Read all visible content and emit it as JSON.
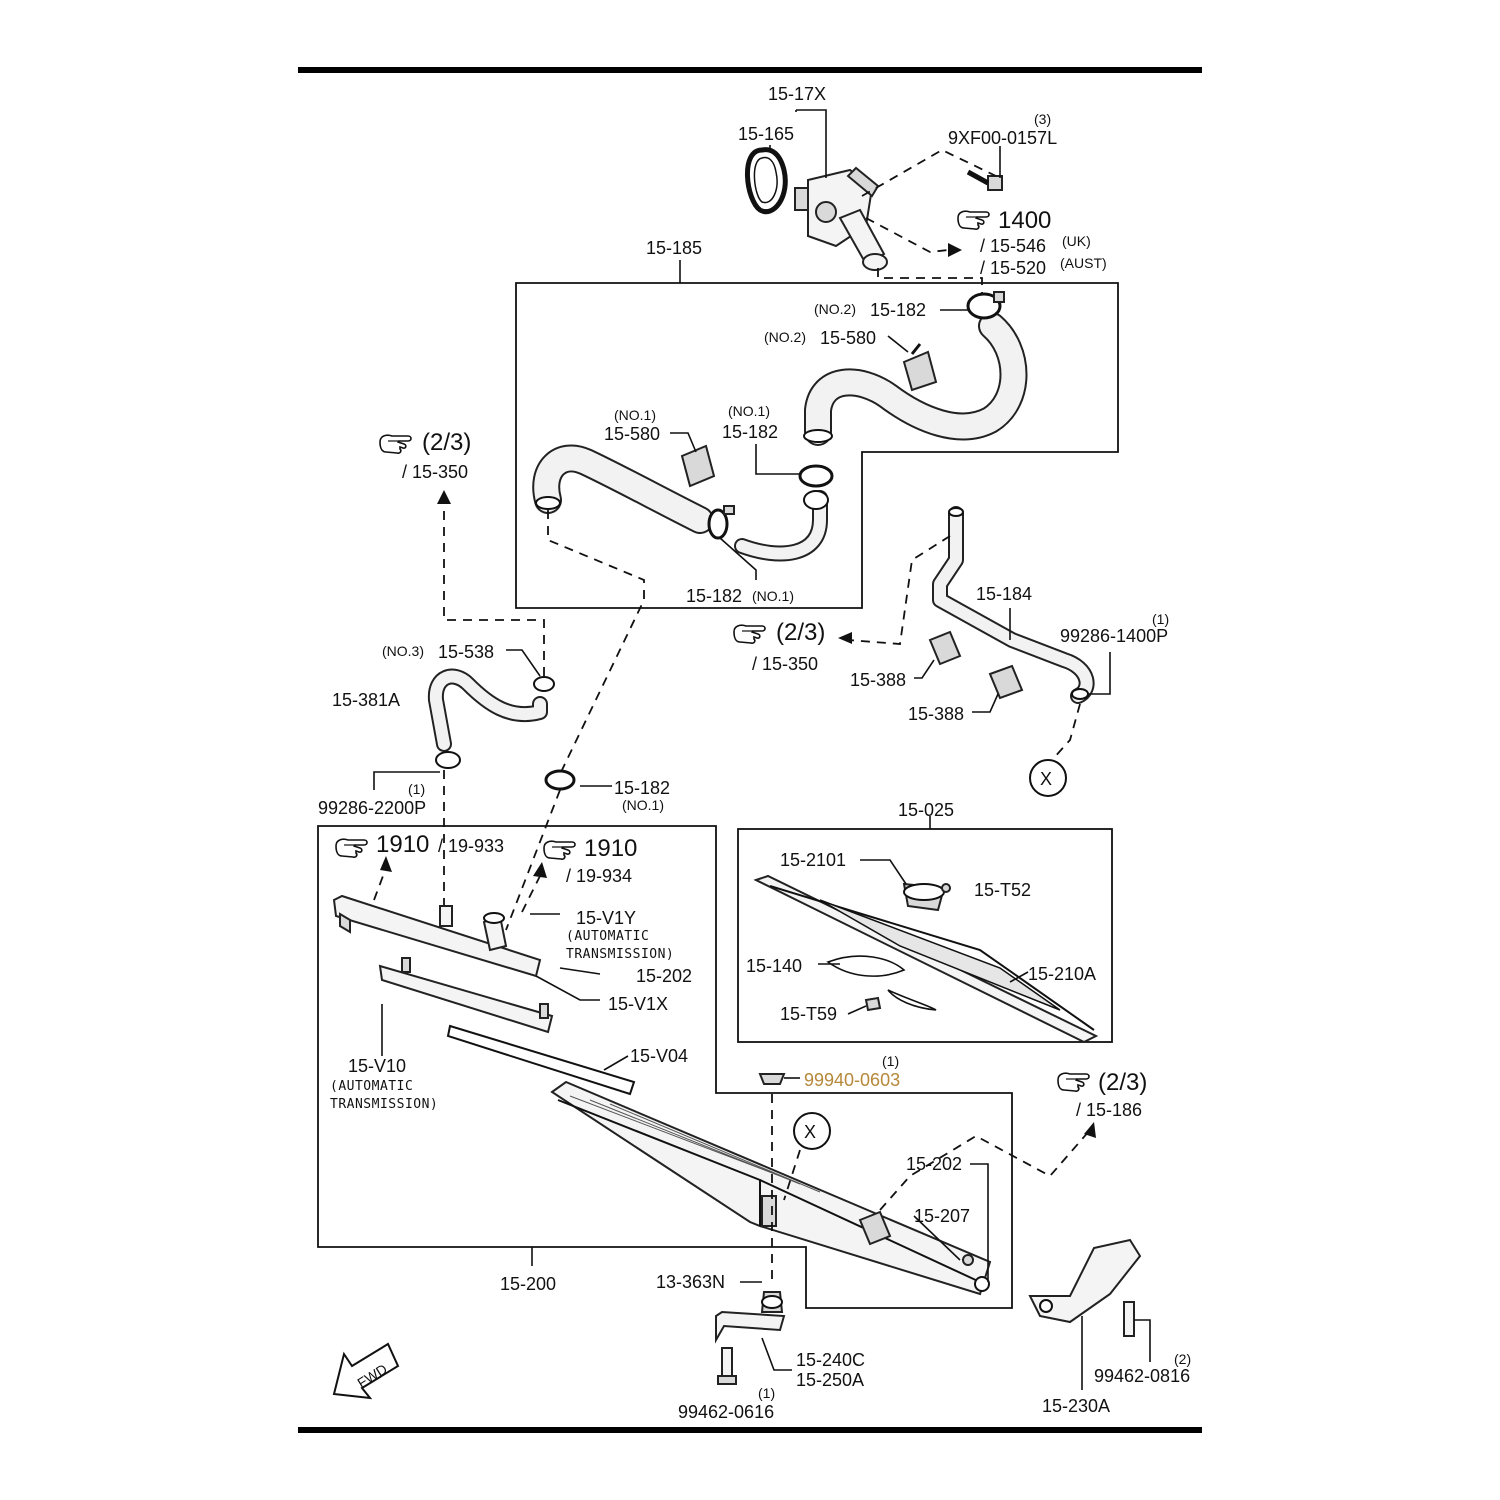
{
  "labels": {
    "p_15_17x": "15-17X",
    "p_15_165": "15-165",
    "q3_a": "(3)",
    "p_9xf00": "9XF00-0157L",
    "ref_1400": "1400",
    "ref_15_546": "/ 15-546",
    "uk": "(UK)",
    "ref_15_520": "/ 15-520",
    "aust": "(AUST)",
    "p_15_185": "15-185",
    "no2_a": "(NO.2)",
    "p_15_182_a": "15-182",
    "no2_b": "(NO.2)",
    "p_15_580_a": "15-580",
    "no1_a": "(NO.1)",
    "p_15_580_b": "15-580",
    "no1_b": "(NO.1)",
    "p_15_182_b": "15-182",
    "p_15_182_c": "15-182",
    "no1_c": "(NO.1)",
    "ref_23_a": "(2/3)",
    "ref_15_350_a": "/ 15-350",
    "p_15_184": "15-184",
    "q1_a": "(1)",
    "p_99286_1400p": "99286-1400P",
    "ref_23_b": "(2/3)",
    "ref_15_350_b": "/ 15-350",
    "p_15_388_a": "15-388",
    "p_15_388_b": "15-388",
    "no3": "(NO.3)",
    "p_15_538": "15-538",
    "p_15_381a": "15-381A",
    "q1_b": "(1)",
    "p_99286_2200p": "99286-2200P",
    "p_15_182_d": "15-182",
    "no1_d": "(NO.1)",
    "x_a": "X",
    "p_15_025": "15-025",
    "ref_1910_a": "1910",
    "ref_19_933": "/ 19-933",
    "ref_1910_b": "1910",
    "ref_19_934": "/ 19-934",
    "p_15_v1y": "15-V1Y",
    "auto_a": "(AUTOMATIC",
    "trans_a": "TRANSMISSION)",
    "p_15_202_a": "15-202",
    "p_15_v1x": "15-V1X",
    "p_15_2101": "15-2101",
    "p_15_t52": "15-T52",
    "p_15_140": "15-140",
    "p_15_210a": "15-210A",
    "p_15_t59": "15-T59",
    "p_15_v10": "15-V10",
    "auto_b": "(AUTOMATIC",
    "trans_b": "TRANSMISSION)",
    "p_15_v04": "15-V04",
    "q1_c": "(1)",
    "p_99940_0603": "99940-0603",
    "ref_23_c": "(2/3)",
    "ref_15_186": "/ 15-186",
    "x_b": "X",
    "p_15_202_b": "15-202",
    "p_15_207": "15-207",
    "p_15_200": "15-200",
    "p_13_363n": "13-363N",
    "p_15_240c": "15-240C",
    "p_15_250a": "15-250A",
    "q1_d": "(1)",
    "p_99462_0616": "99462-0616",
    "q2": "(2)",
    "p_99462_0816": "99462-0816",
    "p_15_230a": "15-230A",
    "fwd": "FWD"
  },
  "colors": {
    "highlight": "#b5883a",
    "line": "#111111"
  },
  "icons": [
    "pointing-hand-icon",
    "fwd-arrow-icon",
    "connector-x-icon"
  ]
}
